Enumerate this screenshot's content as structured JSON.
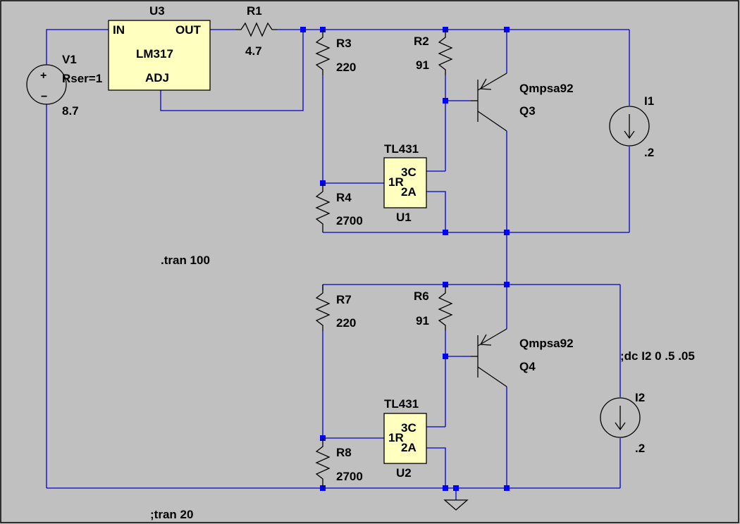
{
  "schematic": {
    "components": {
      "v1": {
        "name": "V1",
        "param": "Rser=1",
        "value": "8.7",
        "plus": "+",
        "minus": "−"
      },
      "u3": {
        "name": "U3",
        "part": "LM317",
        "pin_in": "IN",
        "pin_out": "OUT",
        "pin_adj": "ADJ"
      },
      "r1": {
        "name": "R1",
        "value": "4.7"
      },
      "r2": {
        "name": "R2",
        "value": "91"
      },
      "r3": {
        "name": "R3",
        "value": "220"
      },
      "r4": {
        "name": "R4",
        "value": "2700"
      },
      "q3": {
        "name": "Q3",
        "model": "Qmpsa92"
      },
      "u1": {
        "name": "U1",
        "part": "TL431",
        "pin_c": "3C",
        "pin_r": "1R",
        "pin_a": "2A"
      },
      "i1": {
        "name": "I1",
        "value": ".2"
      },
      "r6": {
        "name": "R6",
        "value": "91"
      },
      "r7": {
        "name": "R7",
        "value": "220"
      },
      "r8": {
        "name": "R8",
        "value": "2700"
      },
      "q4": {
        "name": "Q4",
        "model": "Qmpsa92"
      },
      "u2": {
        "name": "U2",
        "part": "TL431",
        "pin_c": "3C",
        "pin_r": "1R",
        "pin_a": "2A"
      },
      "i2": {
        "name": "I2",
        "value": ".2"
      }
    },
    "directives": {
      "tran_active": ".tran 100",
      "tran_comment": ";tran 20",
      "dc_comment": ";dc I2 0 .5 .05"
    },
    "colors": {
      "background": "#c0c0c0",
      "wire": "#0000c8",
      "junction": "#0000ff",
      "component_fill": "#ffffc0",
      "component_stroke": "#000000"
    }
  }
}
